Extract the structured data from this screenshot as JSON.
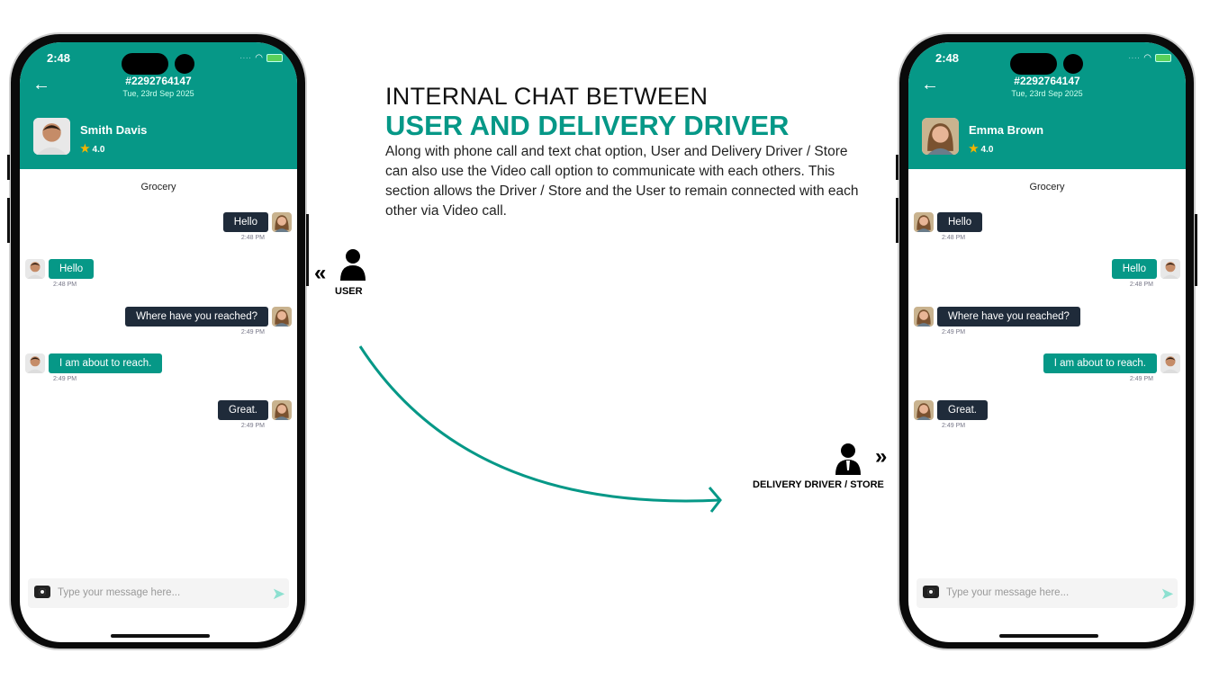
{
  "heading": {
    "line1": "INTERNAL CHAT BETWEEN",
    "line2": "USER AND DELIVERY DRIVER",
    "description": "Along with phone call and text chat option, User and Delivery Driver / Store can also use the Video call option to communicate with each others. This section allows the Driver / Store and the User to remain connected with each other via Video call."
  },
  "labels": {
    "user": "USER",
    "driver": "DELIVERY DRIVER / STORE",
    "user_chevron": "«",
    "driver_chevron": "»"
  },
  "colors": {
    "accent": "#069887",
    "dark_bubble": "#1f2b3a"
  },
  "phones": [
    {
      "time": "2:48",
      "order": "#2292764147",
      "date": "Tue, 23rd Sep 2025",
      "contact": "Smith Davis",
      "rating": "4.0",
      "category": "Grocery",
      "placeholder": "Type your message here...",
      "messages": [
        {
          "text": "Hello",
          "time": "2:48 PM",
          "side": "right",
          "avatar": "woman"
        },
        {
          "text": "Hello",
          "time": "2:48 PM",
          "side": "left",
          "avatar": "man"
        },
        {
          "text": "Where have you reached?",
          "time": "2:49 PM",
          "side": "right",
          "avatar": "woman"
        },
        {
          "text": "I am about to reach.",
          "time": "2:49 PM",
          "side": "left",
          "avatar": "man"
        },
        {
          "text": "Great.",
          "time": "2:49 PM",
          "side": "right",
          "avatar": "woman"
        }
      ]
    },
    {
      "time": "2:48",
      "order": "#2292764147",
      "date": "Tue, 23rd Sep 2025",
      "contact": "Emma Brown",
      "rating": "4.0",
      "category": "Grocery",
      "placeholder": "Type your message here...",
      "messages": [
        {
          "text": "Hello",
          "time": "2:48 PM",
          "side": "left",
          "avatar": "woman"
        },
        {
          "text": "Hello",
          "time": "2:48 PM",
          "side": "right",
          "avatar": "man"
        },
        {
          "text": "Where have you reached?",
          "time": "2:49 PM",
          "side": "left",
          "avatar": "woman"
        },
        {
          "text": "I am about to reach.",
          "time": "2:49 PM",
          "side": "right",
          "avatar": "man"
        },
        {
          "text": "Great.",
          "time": "2:49 PM",
          "side": "left",
          "avatar": "woman"
        }
      ]
    }
  ]
}
